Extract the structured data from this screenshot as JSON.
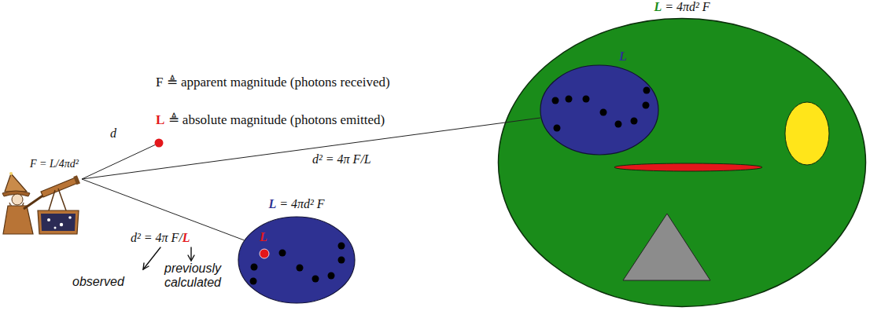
{
  "diagram": {
    "nodes": [
      {
        "text": [
          "F = L/4πd²"
        ]
      },
      {
        "text": [
          "L = 4πd² F"
        ]
      },
      {
        "text": [
          "L"
        ],
        "in": 1
      },
      {
        "text": [
          "L = 4πd² F",
          "L"
        ]
      }
    ],
    "edges": [
      {
        "from": 0,
        "to": 2,
        "arrow": "none",
        "label": "d² = 4π F/L"
      },
      {
        "from": 0,
        "to": 3,
        "arrow": "none",
        "label": "d² = 4π F/L"
      }
    ],
    "labels": [
      "F ≜ apparent magnitude (photons received)",
      "L ≜ absolute magnitude (photons emitted)",
      "d",
      "observed",
      "previously calculated"
    ]
  }
}
